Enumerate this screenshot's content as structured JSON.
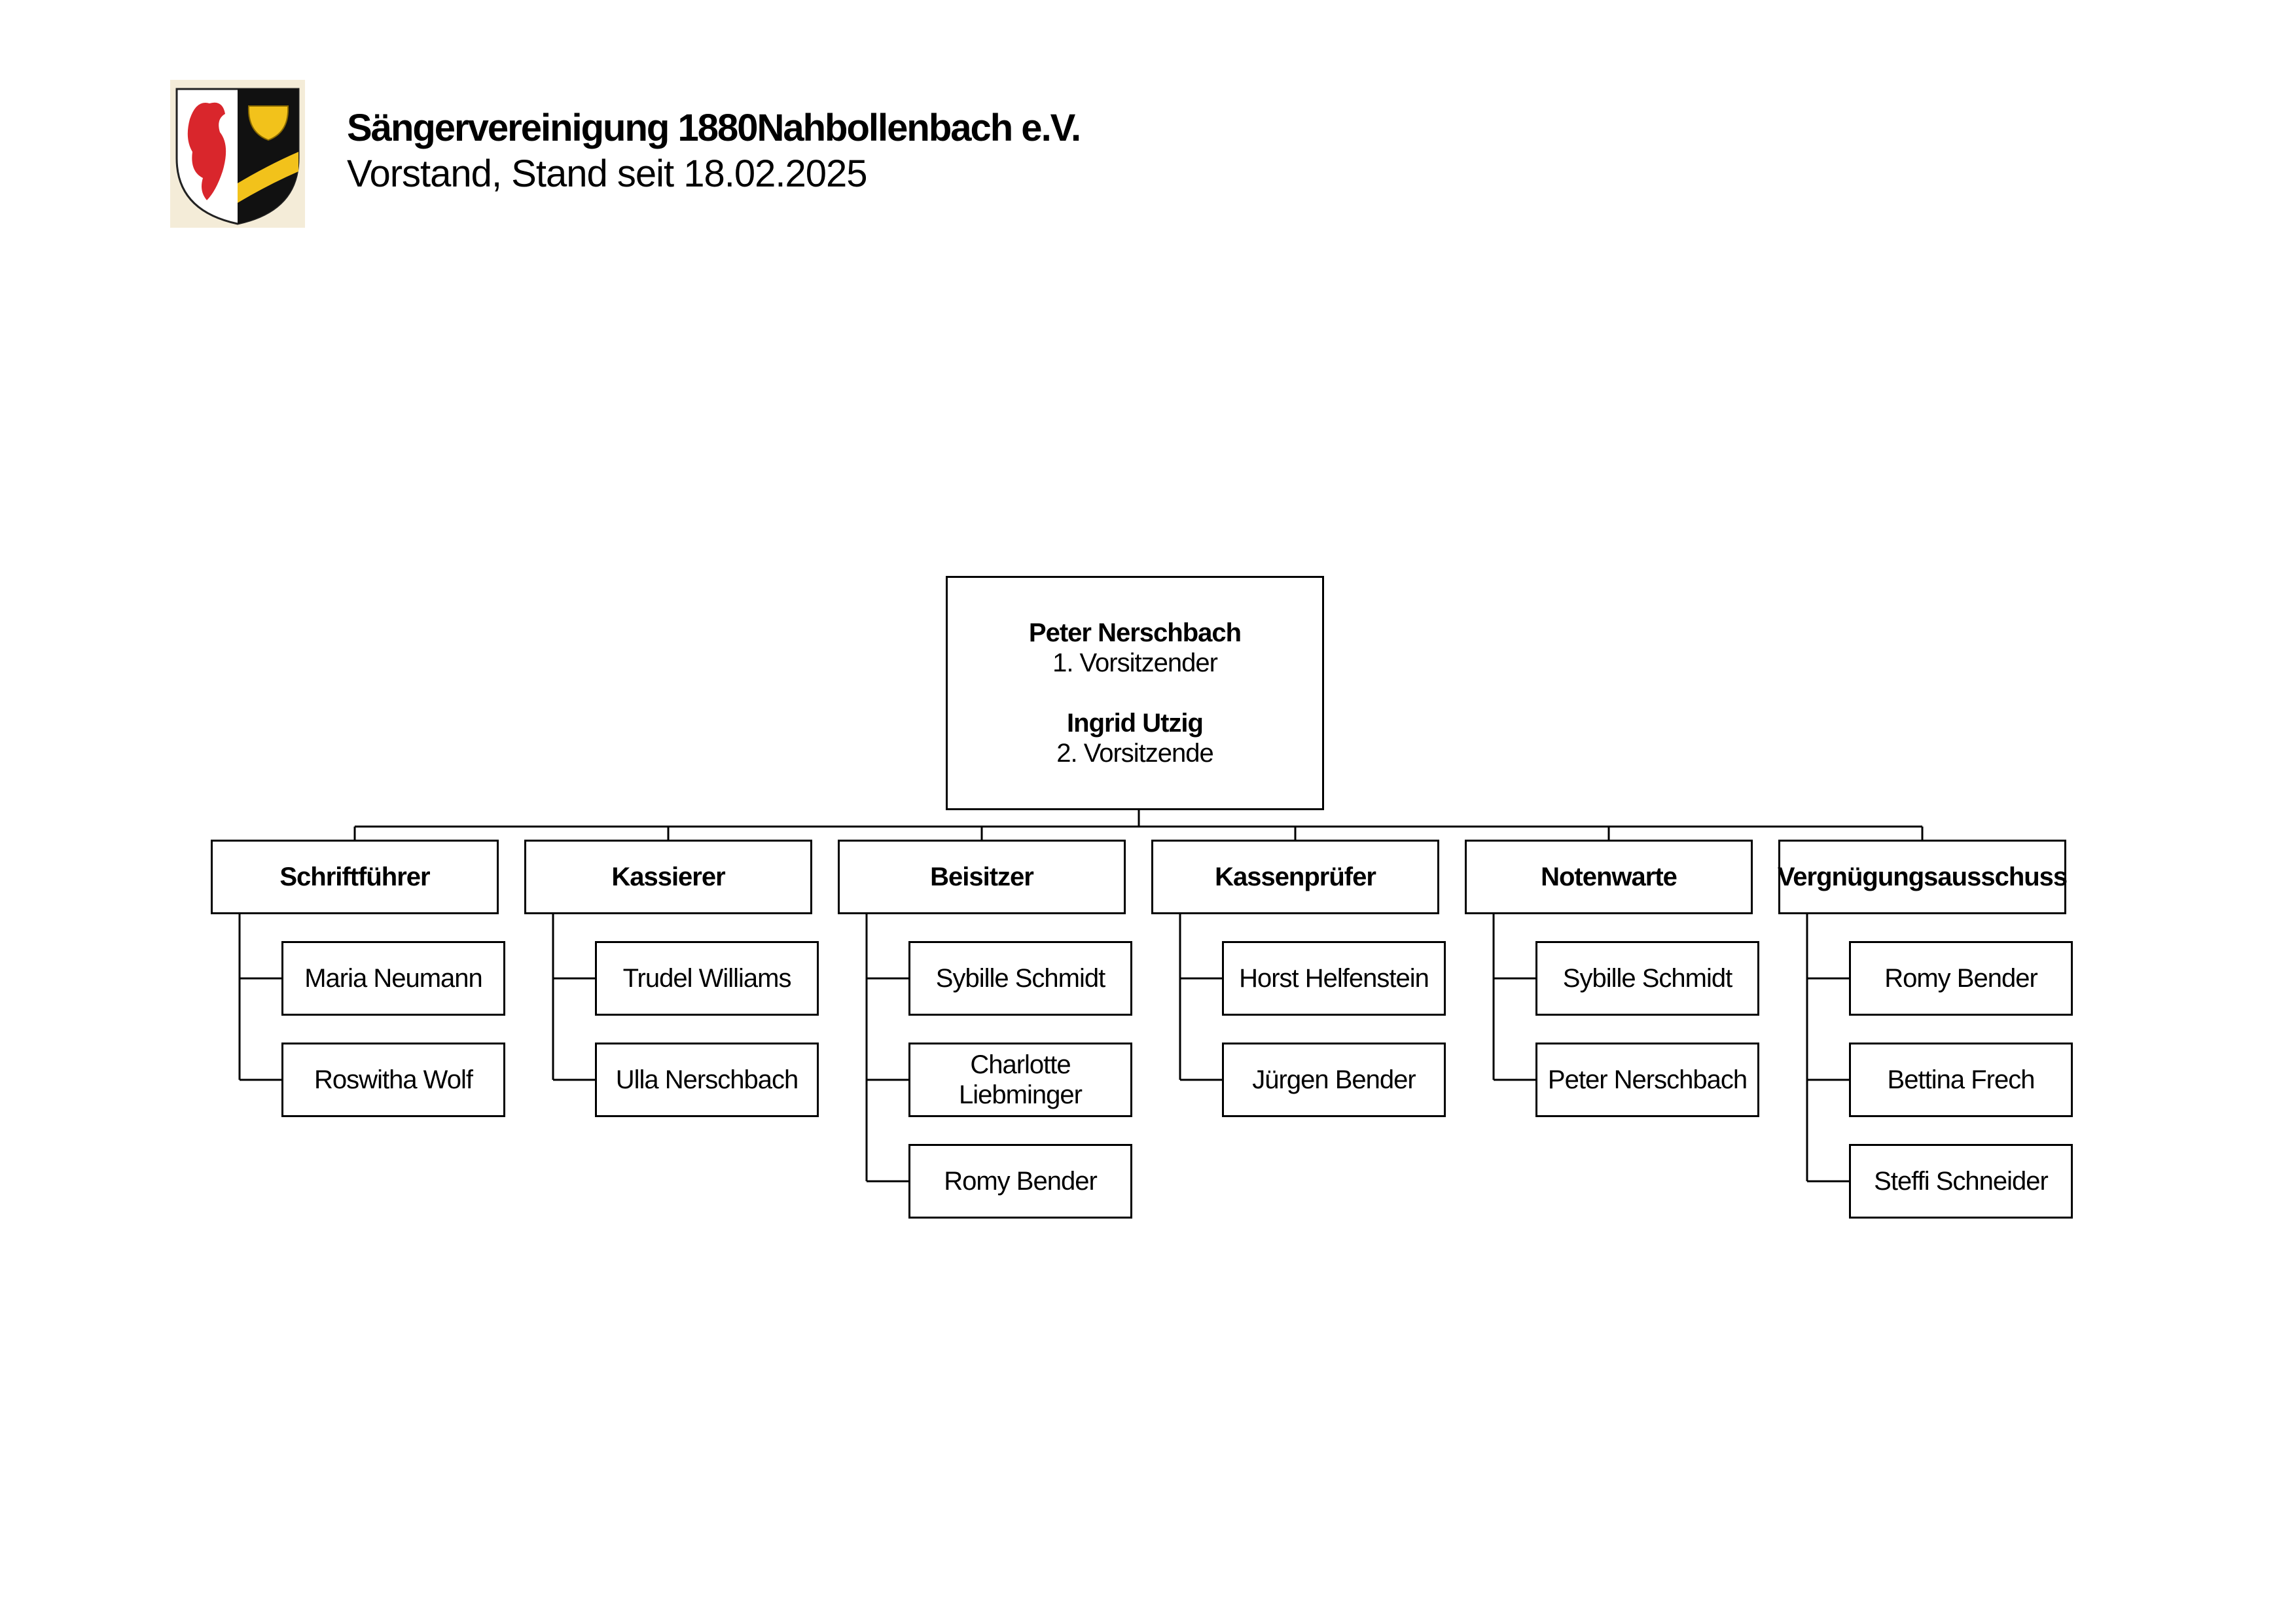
{
  "header": {
    "title": "Sängervereinigung 1880Nahbollenbach e.V.",
    "subtitle": "Vorstand, Stand seit 18.02.2025"
  },
  "logo": {
    "icon": "coat-of-arms-icon",
    "colors": {
      "left": "#d9262c",
      "right": "#111111",
      "wave": "#f2c21b",
      "field": "#ffffff"
    }
  },
  "org": {
    "top": {
      "first_name": "Peter Nerschbach",
      "first_role": "1. Vorsitzender",
      "second_name": "Ingrid Utzig",
      "second_role": "2. Vorsitzende"
    },
    "departments": [
      {
        "title": "Schriftführer",
        "members": [
          "Maria Neumann",
          "Roswitha Wolf"
        ]
      },
      {
        "title": "Kassierer",
        "members": [
          "Trudel Williams",
          "Ulla Nerschbach"
        ]
      },
      {
        "title": "Beisitzer",
        "members": [
          "Sybille Schmidt",
          "Charlotte Liebminger",
          "Romy Bender"
        ]
      },
      {
        "title": "Kassenprüfer",
        "members": [
          "Horst Helfenstein",
          "Jürgen Bender"
        ]
      },
      {
        "title": "Notenwarte",
        "members": [
          "Sybille Schmidt",
          "Peter Nerschbach"
        ]
      },
      {
        "title": "Vergnügungsausschuss",
        "members": [
          "Romy Bender",
          "Bettina Frech",
          "Steffi Schneider"
        ]
      }
    ]
  }
}
